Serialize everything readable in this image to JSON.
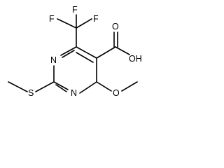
{
  "molecule": {
    "atoms": {
      "f1": "F",
      "f2": "F",
      "f3": "F",
      "n1": "N",
      "n2": "N",
      "s": "S",
      "o_methoxy": "O",
      "oh": "OH",
      "o_carbonyl": "O"
    }
  }
}
